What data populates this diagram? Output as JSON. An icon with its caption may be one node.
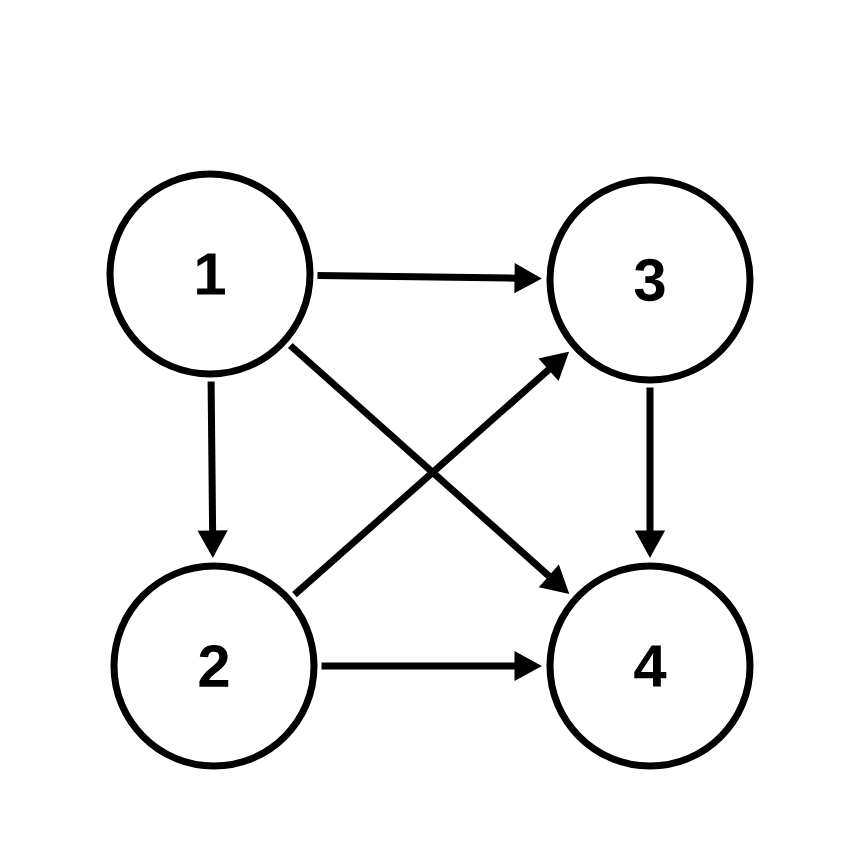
{
  "diagram": {
    "nodes": [
      {
        "text": [
          "1"
        ]
      },
      {
        "text": [
          "2"
        ]
      },
      {
        "text": [
          "3"
        ]
      },
      {
        "text": [
          "4"
        ]
      }
    ],
    "edges": [
      {
        "from": 0,
        "to": 2,
        "arrow": "to"
      },
      {
        "from": 0,
        "to": 1,
        "arrow": "to"
      },
      {
        "from": 0,
        "to": 3,
        "arrow": "to"
      },
      {
        "from": 1,
        "to": 2,
        "arrow": "to"
      },
      {
        "from": 1,
        "to": 3,
        "arrow": "to"
      },
      {
        "from": 2,
        "to": 3,
        "arrow": "to"
      }
    ]
  }
}
